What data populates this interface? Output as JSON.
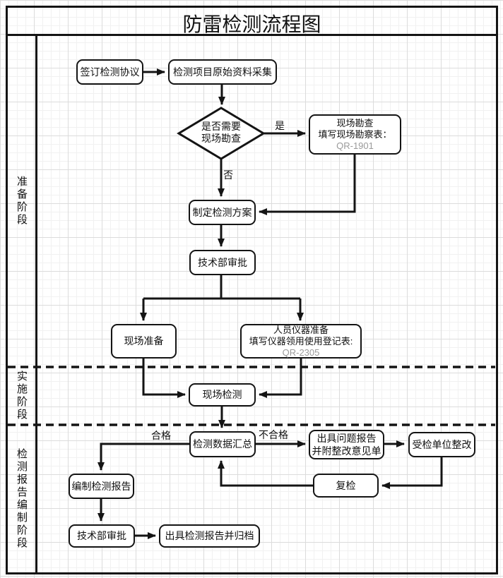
{
  "title": "防雷检测流程图",
  "phases": {
    "prep": "准备阶段",
    "impl": "实施阶段",
    "report": "检测报告编制阶段"
  },
  "edge_labels": {
    "yes": "是",
    "no": "否",
    "pass": "合格",
    "fail": "不合格"
  },
  "nodes": {
    "sign_agreement": {
      "lines": [
        "签订检测协议"
      ]
    },
    "collect_data": {
      "lines": [
        "检测项目原始资料采集"
      ]
    },
    "need_survey": {
      "lines": [
        "是否需要",
        "现场勘查"
      ]
    },
    "site_survey": {
      "lines": [
        "现场勘查",
        "填写现场勘察表：",
        "QR-1901"
      ]
    },
    "make_plan": {
      "lines": [
        "制定检测方案"
      ]
    },
    "tech_approval_1": {
      "lines": [
        "技术部审批"
      ]
    },
    "site_prep": {
      "lines": [
        "现场准备"
      ]
    },
    "staff_instrument_prep": {
      "lines": [
        "人员仪器准备",
        "填写仪器领用使用登记表:",
        "QR-2305"
      ]
    },
    "site_testing": {
      "lines": [
        "现场检测"
      ]
    },
    "data_summary": {
      "lines": [
        "检测数据汇总"
      ]
    },
    "problem_report": {
      "lines": [
        "出具问题报告",
        "并附整改意见单"
      ]
    },
    "unit_rectification": {
      "lines": [
        "受检单位整改"
      ]
    },
    "recheck": {
      "lines": [
        "复检"
      ]
    },
    "compile_report": {
      "lines": [
        "编制检测报告"
      ]
    },
    "tech_approval_2": {
      "lines": [
        "技术部审批"
      ]
    },
    "issue_archive": {
      "lines": [
        "出具检测报告并归档"
      ]
    }
  },
  "colors": {
    "line": "#141414",
    "muted_text": "#9a9a9a"
  }
}
